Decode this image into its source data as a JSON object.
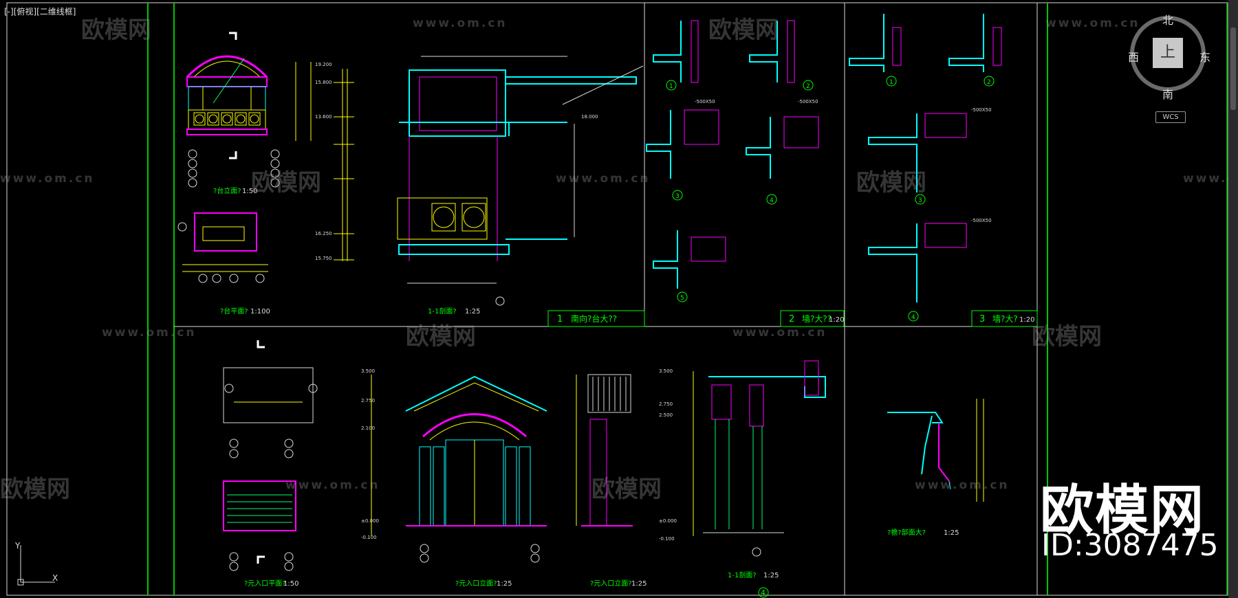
{
  "viewport": {
    "control": "[-]",
    "view": "[俯视]",
    "style": "[二维线框]"
  },
  "viewcube": {
    "north": "北",
    "south": "南",
    "east": "东",
    "west": "西",
    "top": "上",
    "wcs": "WCS"
  },
  "ucs": {
    "y": "Y",
    "x": "X"
  },
  "watermark": {
    "logo": "欧模网",
    "url": "www.om.cn"
  },
  "brand": {
    "name": "欧模网",
    "id": "ID:3087475"
  },
  "titles": {
    "balcony_elevation": "?台立面?",
    "balcony_elevation_scale": "1:50",
    "balcony_plan": "?台平面?",
    "balcony_plan_scale": "1:100",
    "section_11": "1-1剖面?",
    "section_11_scale": "1:25",
    "south_detail": "南向?台大??",
    "south_detail_no": "1",
    "wall_detail_a": "墙?大??",
    "wall_detail_a_no": "2",
    "wall_detail_a_scale": "1:20",
    "wall_detail_b": "墙?大?",
    "wall_detail_b_no": "3",
    "wall_detail_b_scale": "1:20",
    "entrance_plan": "?元入口平面?",
    "entrance_plan_scale": "1:50",
    "entrance_elev": "?元入口立面?",
    "entrance_elev_scale": "1:25",
    "entrance_side": "?元入口立面?",
    "entrance_side_scale": "1:25",
    "section_11b": "1-1剖面?",
    "section_11b_scale": "1:25",
    "eave_detail": "?檐?部面大?",
    "eave_detail_scale": "1:25",
    "entrance_no": "4"
  },
  "callouts": {
    "wall1": "1",
    "wall2": "2",
    "wall3": "3",
    "wall4": "4",
    "wall5": "5",
    "r1": "1",
    "r2": "2",
    "r3": "3",
    "r4": "4"
  },
  "dims": {
    "d1": "3.500",
    "d2": "2.750",
    "d3": "2.500",
    "d4": "2.100",
    "d5": "±0.000",
    "d6": "-0.100",
    "e1": "19.200",
    "e2": "15.800",
    "e3": "13.600",
    "e4": "16.250",
    "e5": "15.750",
    "s1": "-500X50",
    "s2": "18.000"
  },
  "colors": {
    "frame": "#00c800",
    "grid": "#dcdcdc",
    "magenta": "#ff00ff",
    "yellow": "#ffff00",
    "cyan": "#00ffff",
    "white": "#ffffff"
  }
}
